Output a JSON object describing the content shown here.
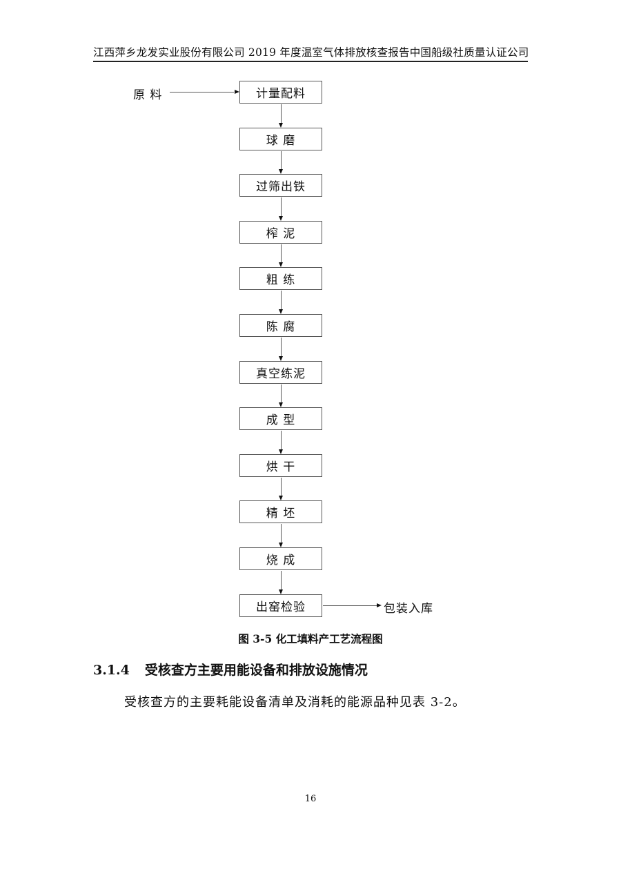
{
  "header": {
    "text": "江西萍乡龙发实业股份有限公司 2019 年度温室气体排放核查报告中国船级社质量认证公司"
  },
  "flowchart": {
    "input_label": "原 料",
    "output_label": "包装入库",
    "steps": [
      "计量配料",
      "球 磨",
      "过筛出铁",
      "榨 泥",
      "粗 练",
      "陈 腐",
      "真空练泥",
      "成 型",
      "烘 干",
      "精 坯",
      "烧 成",
      "出窑检验"
    ]
  },
  "caption": "图 3-5  化工填料产工艺流程图",
  "section": {
    "number": "3.1.4",
    "title": "受核查方主要用能设备和排放设施情况"
  },
  "paragraph": "受核查方的主要耗能设备清单及消耗的能源品种见表 3-2。",
  "page_number": "16"
}
